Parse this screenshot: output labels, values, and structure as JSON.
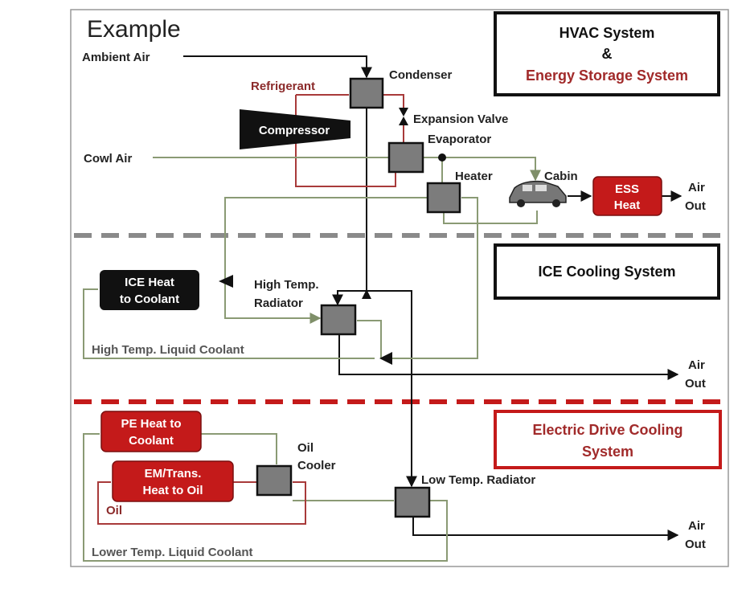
{
  "title": "Example",
  "systems": {
    "hvac_line1": "HVAC System",
    "hvac_line2": "&",
    "hvac_line3": "Energy Storage System",
    "ice": "ICE Cooling System",
    "edrive_line1": "Electric Drive Cooling",
    "edrive_line2": "System"
  },
  "labels": {
    "ambient_air": "Ambient Air",
    "refrigerant": "Refrigerant",
    "condenser": "Condenser",
    "compressor": "Compressor",
    "expansion_valve": "Expansion Valve",
    "evaporator": "Evaporator",
    "cowl_air": "Cowl Air",
    "heater": "Heater",
    "cabin": "Cabin",
    "ess_heat_1": "ESS",
    "ess_heat_2": "Heat",
    "air_out_1a": "Air",
    "air_out_1b": "Out",
    "ice_heat_1": "ICE Heat",
    "ice_heat_2": "to Coolant",
    "ht_radiator_1": "High Temp.",
    "ht_radiator_2": "Radiator",
    "ht_coolant": "High Temp. Liquid Coolant",
    "air_out_2a": "Air",
    "air_out_2b": "Out",
    "pe_heat_1": "PE Heat to",
    "pe_heat_2": "Coolant",
    "oil_cooler_1": "Oil",
    "oil_cooler_2": "Cooler",
    "em_trans_1": "EM/Trans.",
    "em_trans_2": "Heat to Oil",
    "oil": "Oil",
    "lt_radiator": "Low Temp. Radiator",
    "lt_coolant": "Lower Temp. Liquid Coolant",
    "air_out_3a": "Air",
    "air_out_3b": "Out"
  },
  "colors": {
    "air_line": "#111111",
    "refrigerant_line": "#a83a3a",
    "coolant_line": "#8a9a74",
    "red_box": "#c41a1a",
    "black_box": "#111111",
    "hvac_divider": "#8a8a8a",
    "edrive_divider": "#c41a1a"
  }
}
